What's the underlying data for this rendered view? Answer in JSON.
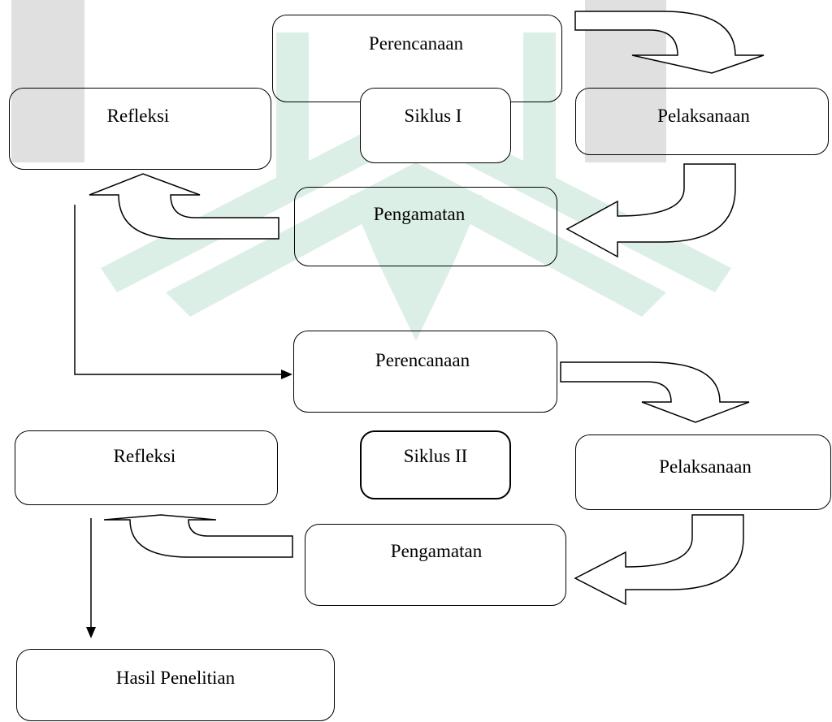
{
  "cycle1": {
    "planning": "Perencanaan",
    "cycle_name": "Siklus I",
    "reflection": "Refleksi",
    "action": "Pelaksanaan",
    "observation": "Pengamatan"
  },
  "cycle2": {
    "planning": "Perencanaan",
    "cycle_name": "Siklus II",
    "reflection": "Refleksi",
    "action": "Pelaksanaan",
    "observation": "Pengamatan"
  },
  "result": "Hasil Penelitian",
  "colors": {
    "watermark_green": "#dcefe6",
    "watermark_gray": "#e0e0e0",
    "stroke": "#000000"
  }
}
